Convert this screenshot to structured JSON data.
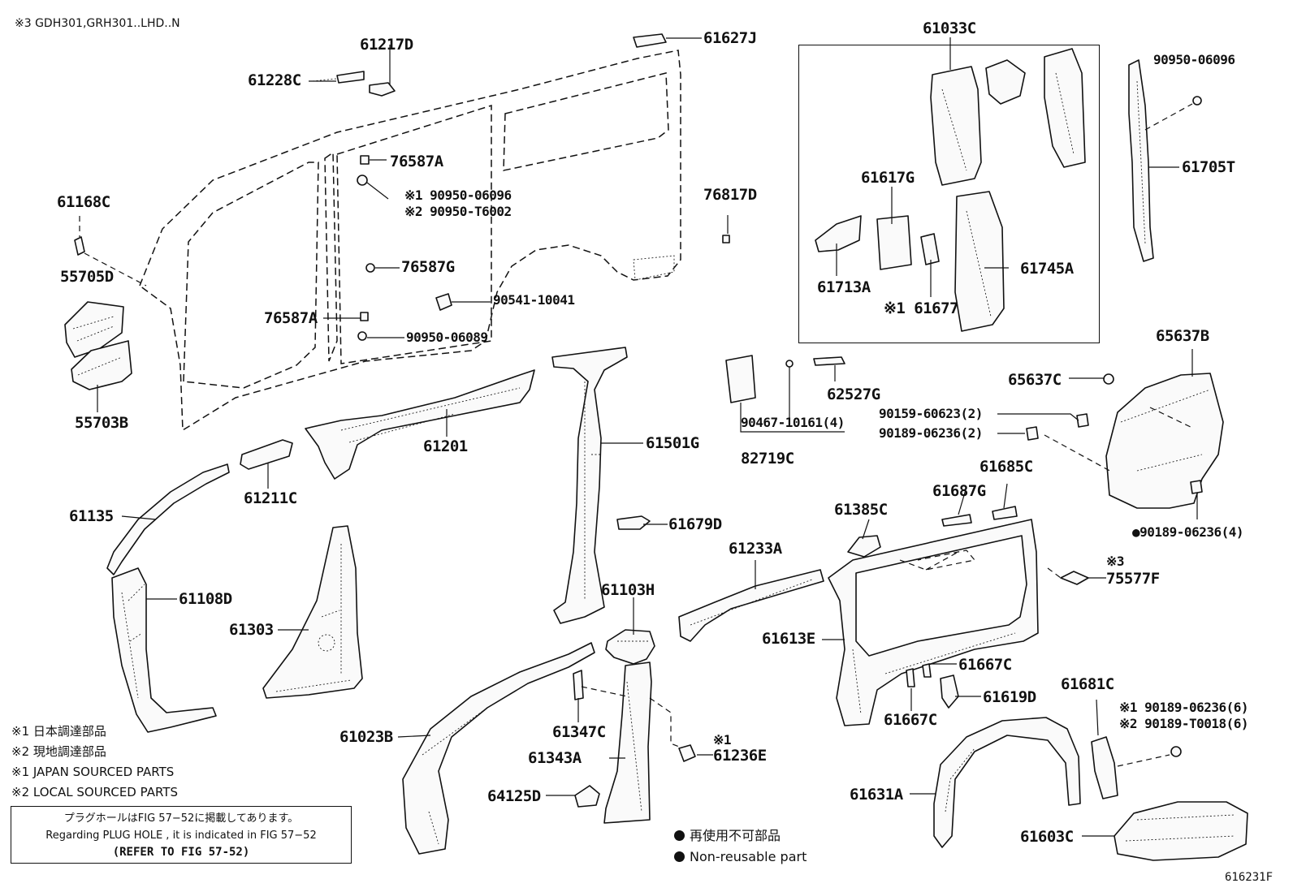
{
  "header_note": "※3 GDH301,GRH301..LHD..N",
  "figure_id": "616231F",
  "group_label": "61033C",
  "parts": {
    "p61217D": "61217D",
    "p61228C": "61228C",
    "p61627J": "61627J",
    "p76587A_top": "76587A",
    "p90950_06096_a_line1": "※1 90950-06096",
    "p90950_06096_a_line2": "※2 90950-T6002",
    "p76817D": "76817D",
    "p61168C": "61168C",
    "p55705D": "55705D",
    "p55703B": "55703B",
    "p76587G": "76587G",
    "p76587A_mid": "76587A",
    "p90541_10041": "90541-10041",
    "p90950_06089": "90950-06089",
    "p61201": "61201",
    "p61501G": "61501G",
    "p61211C": "61211C",
    "p61135": "61135",
    "p61108D": "61108D",
    "p61303": "61303",
    "p61679D": "61679D",
    "p61103H": "61103H",
    "p61023B": "61023B",
    "p61347C": "61347C",
    "p61343A": "61343A",
    "p61236E_mark": "※1",
    "p61236E": "61236E",
    "p64125D": "64125D",
    "p61233A": "61233A",
    "p61617G": "61617G",
    "p61713A": "61713A",
    "p61677": "※1 61677",
    "p61745A": "61745A",
    "p90950_06096_b": "90950-06096",
    "p61705T": "61705T",
    "p90467_10161": "90467-10161(4)",
    "p62527G": "62527G",
    "p82719C": "82719C",
    "p65637B": "65637B",
    "p65637C": "65637C",
    "p90159_60623": "90159-60623(2)",
    "p90189_06236_2": "90189-06236(2)",
    "p90189_06236_4": "●90189-06236(4)",
    "p61685C": "61685C",
    "p61687G": "61687G",
    "p61385C": "61385C",
    "p75577F_mark": "※3",
    "p75577F": "75577F",
    "p61613E": "61613E",
    "p61667C_a": "61667C",
    "p61667C_b": "61667C",
    "p61619D": "61619D",
    "p61681C": "61681C",
    "p61681C_note1": "※1 90189-06236(6)",
    "p61681C_note2": "※2 90189-T0018(6)",
    "p61631A": "61631A",
    "p61603C": "61603C"
  },
  "legend": {
    "line1": "※1  日本調達部品",
    "line2": "※2  現地調達部品",
    "line3": "※1  JAPAN SOURCED PARTS",
    "line4": "※2  LOCAL SOURCED PARTS"
  },
  "plug_note": {
    "line1": "プラグホールはFIG 57−52に掲載してあります。",
    "line2": "Regarding  PLUG  HOLE , it is indicated in FIG  57−52",
    "line3": "(REFER TO FIG 57-52)"
  },
  "non_reusable": {
    "jp": "再使用不可部品",
    "en": "Non-reusable part"
  }
}
